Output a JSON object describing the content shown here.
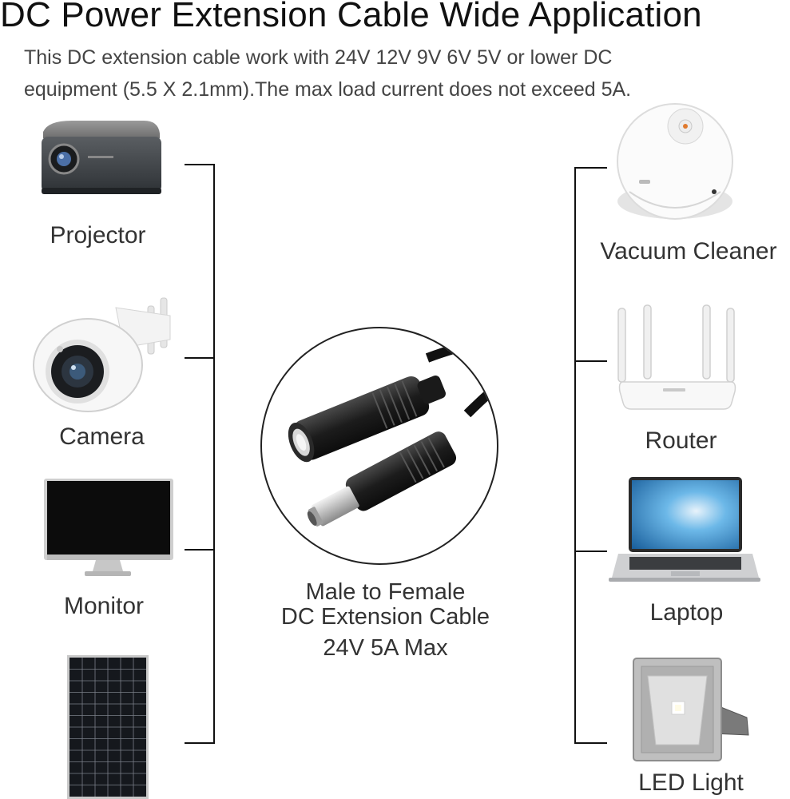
{
  "header": {
    "title": "DC Power Extension Cable Wide Application",
    "subtitle_line1": "This DC extension cable work with 24V 12V 9V 6V 5V or lower DC",
    "subtitle_line2": "equipment (5.5 X 2.1mm).The max load current does not exceed 5A."
  },
  "left_devices": [
    {
      "label": "Projector",
      "icon": "projector-icon"
    },
    {
      "label": "Camera",
      "icon": "security-camera-icon"
    },
    {
      "label": "Monitor",
      "icon": "monitor-icon"
    },
    {
      "label": "",
      "icon": "solar-panel-icon"
    }
  ],
  "right_devices": [
    {
      "label": "Vacuum Cleaner",
      "icon": "robot-vacuum-icon"
    },
    {
      "label": "Router",
      "icon": "router-icon"
    },
    {
      "label": "Laptop",
      "icon": "laptop-icon"
    },
    {
      "label": "LED Light",
      "icon": "led-floodlight-icon"
    }
  ],
  "center": {
    "line1": "Male to Female",
    "line2": "DC Extension Cable",
    "line3": "24V 5A Max",
    "icon": "dc-cable-icon"
  },
  "colors": {
    "text": "#333333",
    "line": "#111111",
    "cable": "#1a1a1a"
  }
}
